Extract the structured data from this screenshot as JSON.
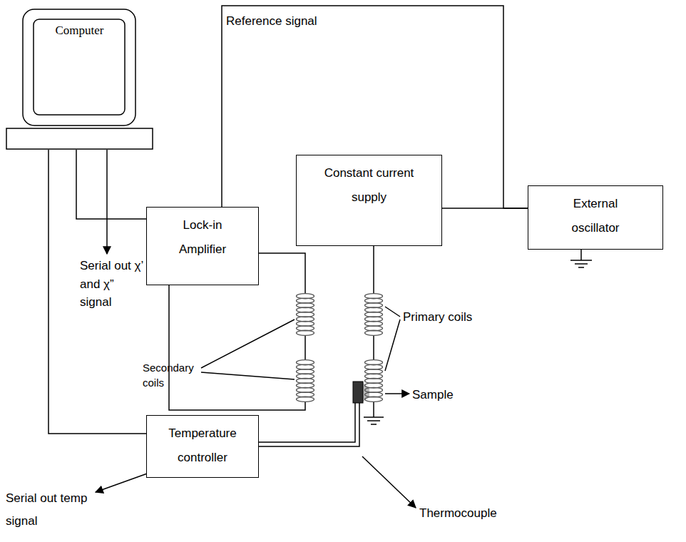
{
  "diagram": {
    "nodes": [
      {
        "text": [
          "Computer"
        ]
      },
      {
        "text": [
          "Constant current supply"
        ]
      },
      {
        "text": [
          "External oscillator"
        ]
      },
      {
        "text": [
          "Lock-in Amplifier"
        ]
      },
      {
        "text": [
          "Temperature controller"
        ]
      }
    ],
    "edges": [
      {
        "from": 2,
        "to": 1,
        "arrow": "none"
      },
      {
        "from": 2,
        "to": 3,
        "label": "Reference signal",
        "arrow": "none"
      },
      {
        "from": 3,
        "to": 0,
        "arrow": "none"
      },
      {
        "from": 4,
        "to": 0,
        "arrow": "none"
      }
    ],
    "labels": [
      "Serial out χ’ and χ” signal",
      "Secondary coils",
      "Primary coils",
      "Sample",
      "Thermocouple",
      "Serial out temp signal"
    ]
  }
}
